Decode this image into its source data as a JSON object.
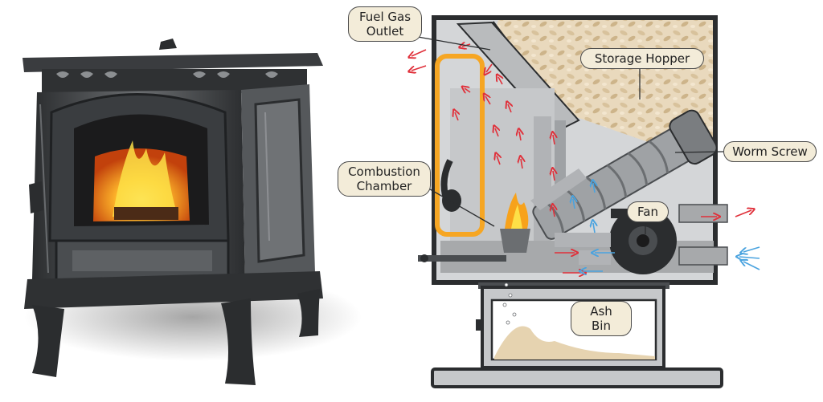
{
  "colors": {
    "stove_body": "#4a4d50",
    "stove_dark": "#2b2d2f",
    "flame_orange": "#f7a21b",
    "flame_yellow": "#fde047",
    "pellets": "#e9d9bd",
    "gray_panel": "#a7a9ab",
    "hot_air_arrow": "#e0303a",
    "cold_air_arrow": "#4aa3df",
    "heat_exchanger": "#f6a623",
    "callout_fill": "#f3ecd9",
    "ash": "#e6d3b0"
  },
  "labels": {
    "fuel_gas_outlet": "Fuel Gas\nOutlet",
    "storage_hopper": "Storage Hopper",
    "worm_screw": "Worm Screw",
    "combustion_chamber": "Combustion\nChamber",
    "fan": "Fan",
    "ash_bin": "Ash Bin"
  },
  "icons": {
    "stove": "pellet-stove-illustration",
    "cutaway": "pellet-stove-cutaway-diagram"
  }
}
